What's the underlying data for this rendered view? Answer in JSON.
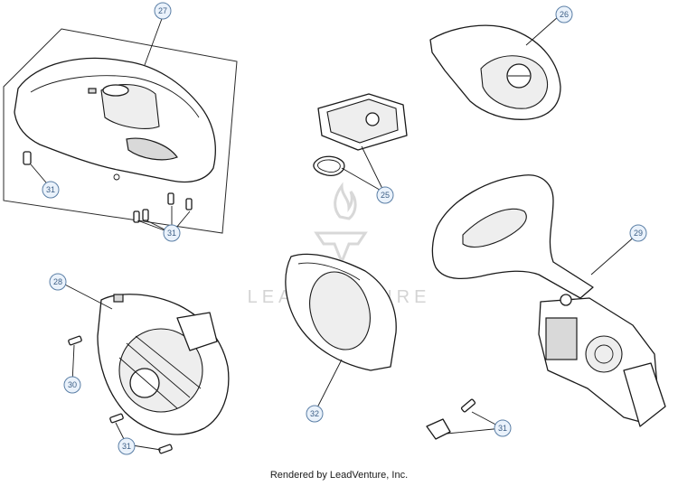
{
  "watermark": {
    "text": "LEADVENTURE"
  },
  "footer": {
    "text": "Rendered by LeadVenture, Inc."
  },
  "callouts": [
    {
      "id": "c27",
      "label": "27"
    },
    {
      "id": "c26",
      "label": "26"
    },
    {
      "id": "c25",
      "label": "25"
    },
    {
      "id": "c29",
      "label": "29"
    },
    {
      "id": "c28",
      "label": "28"
    },
    {
      "id": "c31a",
      "label": "31"
    },
    {
      "id": "c31b",
      "label": "31"
    },
    {
      "id": "c31c",
      "label": "31"
    },
    {
      "id": "c31d",
      "label": "31"
    },
    {
      "id": "c30",
      "label": "30"
    },
    {
      "id": "c32",
      "label": "32"
    }
  ],
  "colors": {
    "callout_fill": "#eaf2fb",
    "callout_stroke": "#5b7fa6",
    "callout_text": "#3d5f86",
    "line": "#1a1a1a"
  }
}
